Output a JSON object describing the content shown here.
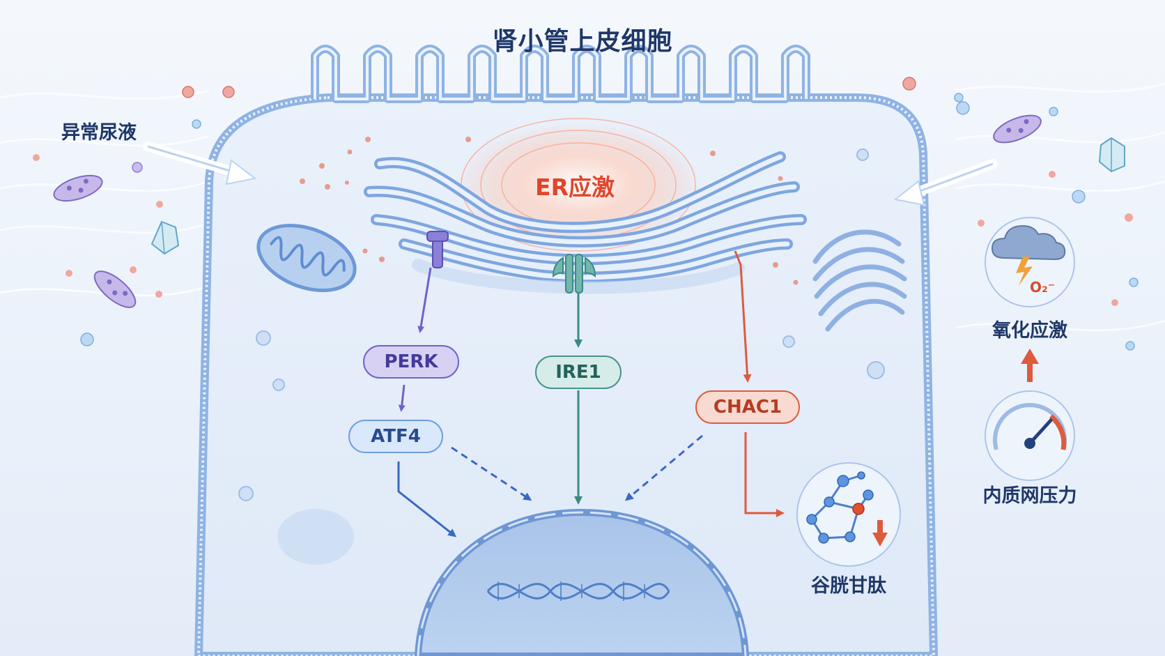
{
  "title": "肾小管上皮细胞",
  "external": {
    "abnormal_urine": "异常尿液"
  },
  "er": {
    "label": "ER应激"
  },
  "pathways": {
    "perk": "PERK",
    "atf4": "ATF4",
    "ire1": "IRE1",
    "chac1": "CHAC1"
  },
  "products": {
    "glutathione": "谷胱甘肽"
  },
  "stress": {
    "oxidative": "氧化应激",
    "o2_symbol": "O₂⁻",
    "er_pressure": "内质网压力"
  },
  "colors": {
    "perk": "#6e62c9",
    "atf4": "#3a67c4",
    "ire1": "#3b8a84",
    "chac1": "#de5a3d",
    "title": "#1f3768"
  }
}
